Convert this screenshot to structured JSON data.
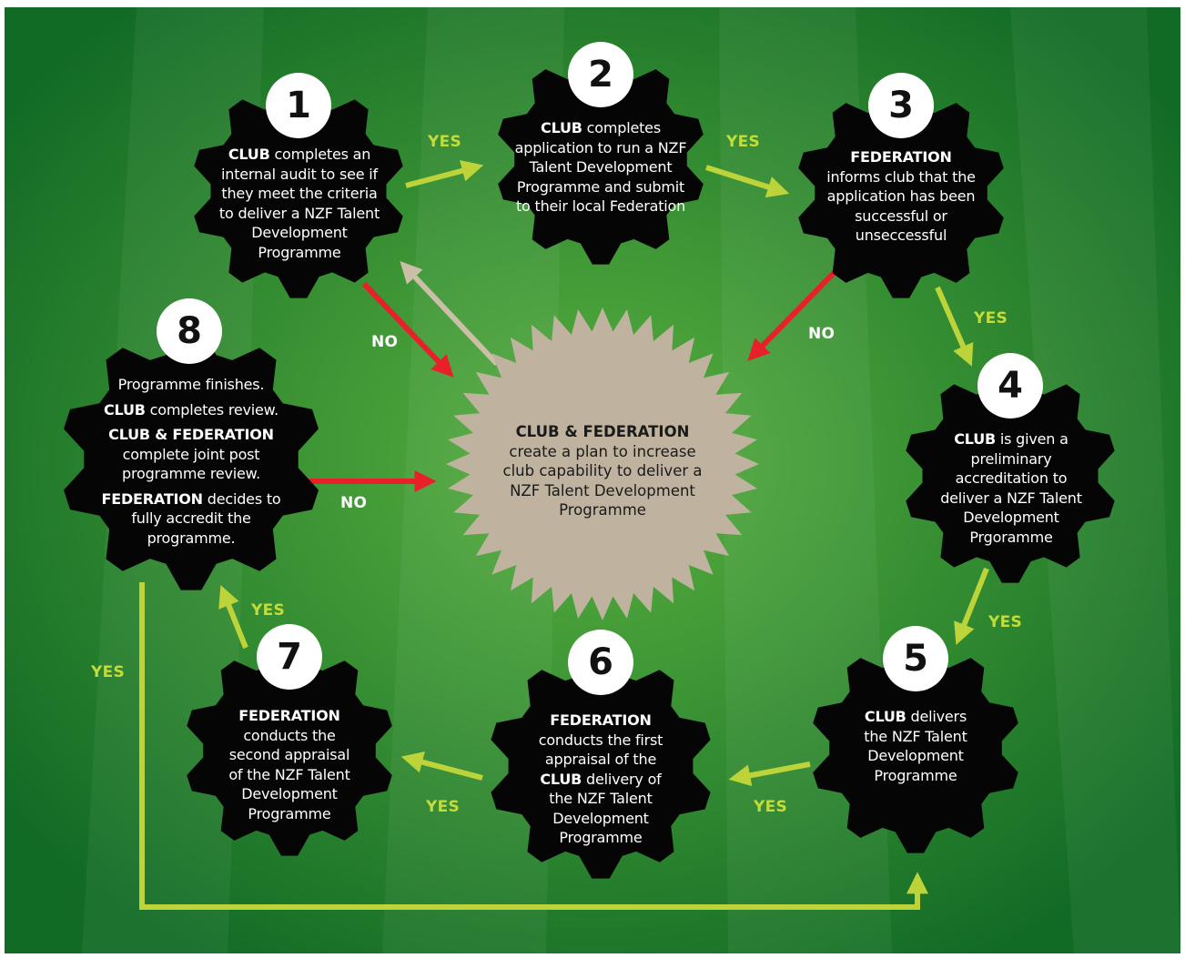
{
  "colors": {
    "gear": "#050505",
    "center_burst": "#bfb3a0",
    "yes_arrow": "#bcd43a",
    "no_arrow": "#e8202a",
    "return_arrow": "#cbbfa8",
    "grass_light": "#5ab140",
    "grass_dark": "#126b25"
  },
  "steps": [
    {
      "number": "1",
      "bold": "CLUB",
      "text": " completes an internal audit to see if they meet the criteria to deliver a NZF Talent Development Programme"
    },
    {
      "number": "2",
      "bold": "CLUB",
      "text": " completes application to run a NZF Talent Development Programme and submit to their local Federation"
    },
    {
      "number": "3",
      "bold": "FEDERATION",
      "text": "informs club that the application has been successful or unseccessful"
    },
    {
      "number": "4",
      "bold": "CLUB",
      "text": " is given a preliminary accreditation to deliver a NZF Talent Development Prgoramme"
    },
    {
      "number": "5",
      "bold": "CLUB",
      "text": " delivers the NZF Talent Development Programme"
    },
    {
      "number": "6",
      "bold": "FEDERATION",
      "text_a": "conducts the first appraisal of the ",
      "bold_b": "CLUB",
      "text_b": " delivery of the NZF Talent Development Programme"
    },
    {
      "number": "7",
      "bold": "FEDERATION",
      "text": "conducts the second appraisal of the NZF Talent Development Programme"
    },
    {
      "number": "8",
      "line1": "Programme finishes.",
      "bold2": "CLUB",
      "text2": " completes review.",
      "bold3": "CLUB & FEDERATION",
      "text3": "complete joint post programme review.",
      "bold4": "FEDERATION",
      "text4": " decides to fully accredit the programme."
    }
  ],
  "center": {
    "bold": "CLUB & FEDERATION",
    "text": "create a plan to increase club capability to deliver a NZF Talent Development Programme"
  },
  "labels": {
    "yes": "YES",
    "no": "NO"
  }
}
